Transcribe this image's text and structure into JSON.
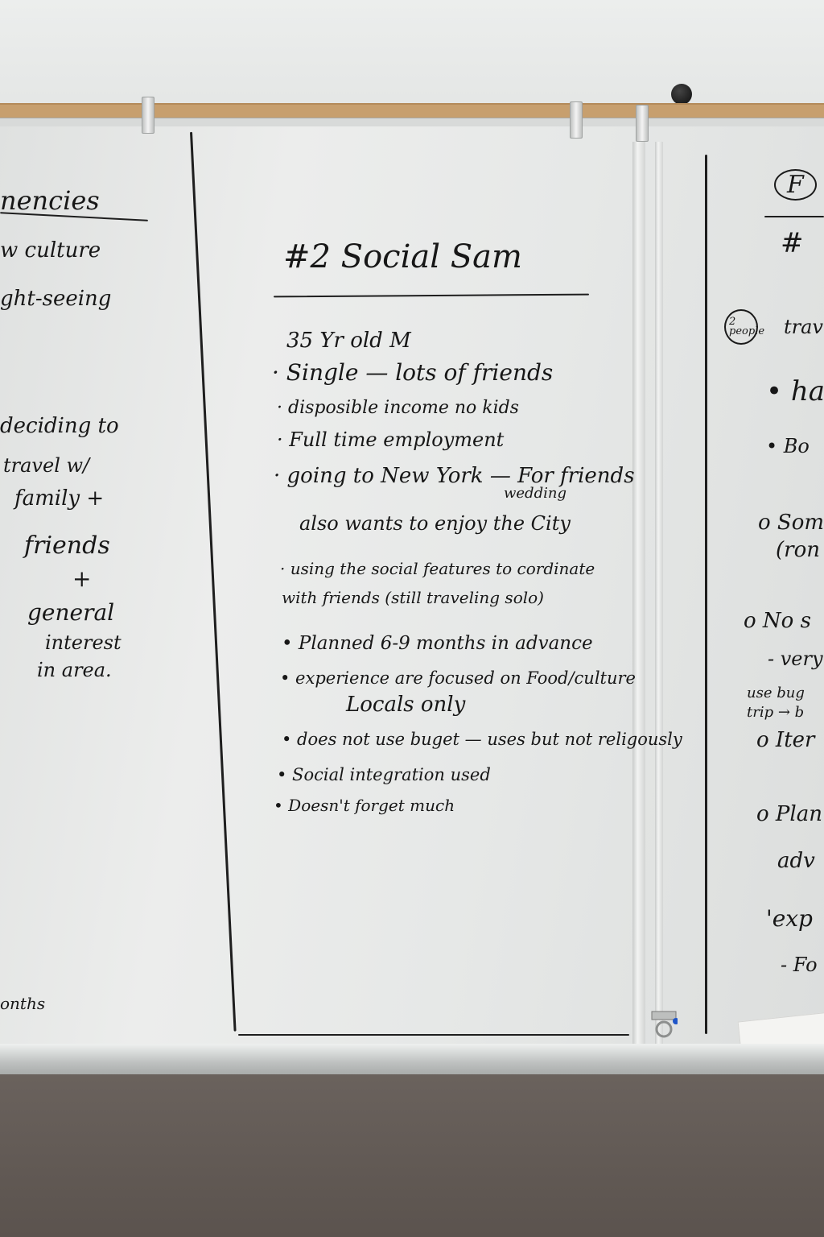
{
  "main": {
    "title": "#2 Social Sam",
    "lines": [
      "35 Yr old M",
      "· Single — lots of friends",
      "· disposible income no kids",
      "· Full time employment",
      "· going to New York — For friends",
      "wedding",
      "also wants to enjoy the City",
      "· using the social features to cordinate",
      "with friends (still traveling solo)",
      "• Planned 6-9 months in advance",
      "• experience are focused on Food/culture",
      "Locals only",
      "• does not use buget — uses but not religously",
      "• Social integration used",
      "• Doesn't forget much"
    ]
  },
  "left": {
    "heading": "nencies",
    "lines": [
      "w culture",
      "ght-seeing",
      "deciding to",
      "travel w/",
      "family +",
      "friends",
      "+",
      "general",
      "interest",
      "in area.",
      "onths"
    ]
  },
  "right": {
    "lines": [
      "F",
      "#",
      "2 people",
      "trav",
      "• ha",
      "• Bo",
      "o Som",
      "(ron",
      "o No s",
      "- very",
      "use bug",
      "trip → b",
      "o Iter",
      "o Plan",
      "adv",
      "'exp",
      "- Fo"
    ]
  }
}
